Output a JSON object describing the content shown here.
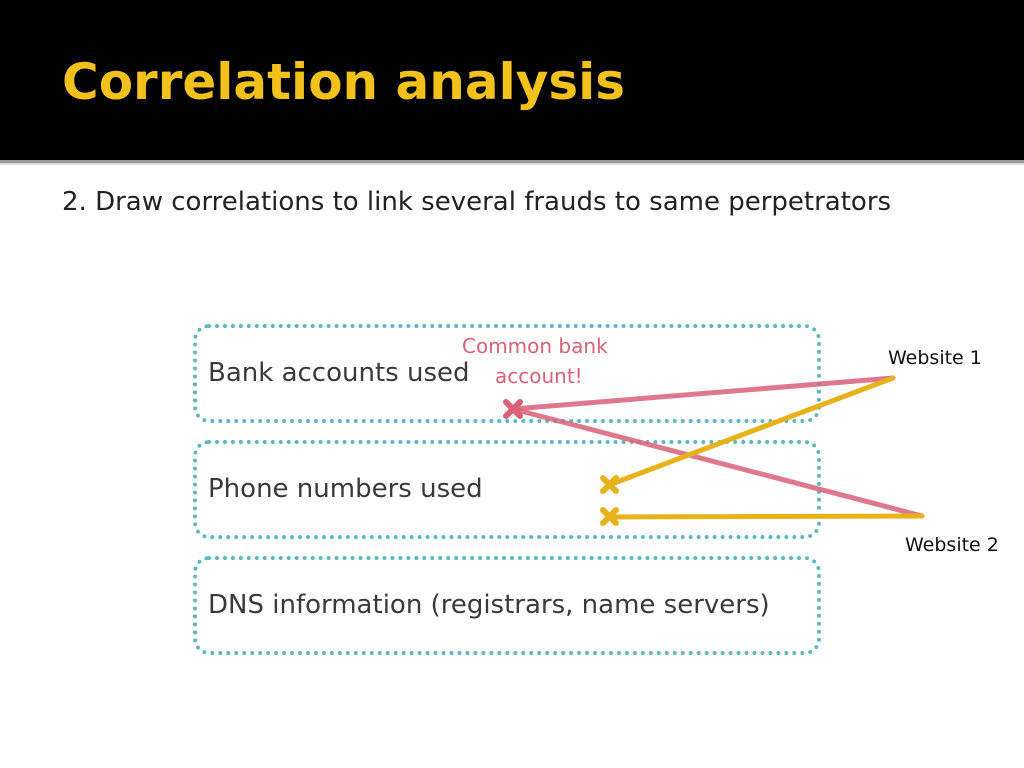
{
  "slide": {
    "title": "Correlation analysis",
    "subtitle": "2. Draw correlations to link several frauds to same perpetrators"
  },
  "diagram": {
    "categories": [
      {
        "label": "Bank accounts used"
      },
      {
        "label": "Phone numbers used"
      },
      {
        "label": "DNS information (registrars, name servers)"
      }
    ],
    "annotation": {
      "line1": "Common bank",
      "line2": "account!"
    },
    "websites": [
      {
        "label": "Website 1"
      },
      {
        "label": "Website 2"
      }
    ],
    "links": [
      {
        "from": "Website 1",
        "to": "Bank accounts used",
        "color": "#d9627a"
      },
      {
        "from": "Website 2",
        "to": "Bank accounts used",
        "color": "#d9627a"
      },
      {
        "from": "Website 1",
        "to": "Phone numbers used",
        "color": "#e8b21a"
      },
      {
        "from": "Website 2",
        "to": "Phone numbers used",
        "color": "#e8b21a"
      }
    ],
    "colors": {
      "title": "#f2c11c",
      "box_border": "#5db8c2",
      "bank_link": "#d9627a",
      "phone_link": "#e8b21a"
    }
  }
}
